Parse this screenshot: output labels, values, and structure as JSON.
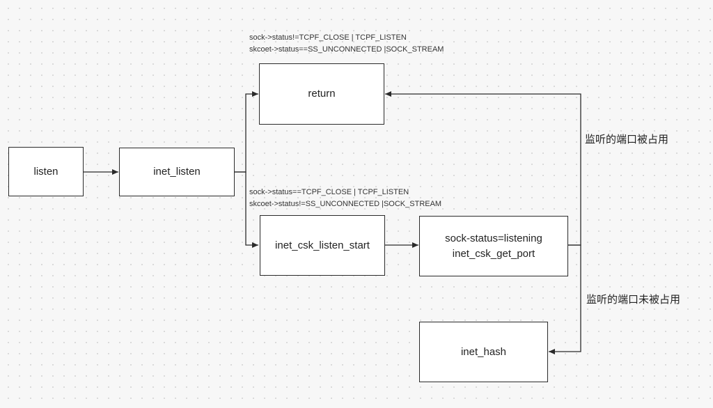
{
  "nodes": {
    "listen": "listen",
    "inet_listen": "inet_listen",
    "return": "return",
    "inet_csk_listen_start": "inet_csk_listen_start",
    "get_port_line1": "sock-status=listening",
    "get_port_line2": "inet_csk_get_port",
    "inet_hash": "inet_hash"
  },
  "conditions": {
    "to_return": [
      "sock->status!=TCPF_CLOSE | TCPF_LISTEN",
      "skcoet->status==SS_UNCONNECTED |SOCK_STREAM"
    ],
    "to_listen_start": [
      "sock->status==TCPF_CLOSE | TCPF_LISTEN",
      "skcoet->status!=SS_UNCONNECTED |SOCK_STREAM"
    ]
  },
  "edge_labels": {
    "port_occupied": "监听的端口被占用",
    "port_not_occupied": "监听的端口未被占用"
  },
  "colors": {
    "line": "#2a2a2a",
    "node_border": "#2a2a2a",
    "node_fill": "#ffffff"
  }
}
